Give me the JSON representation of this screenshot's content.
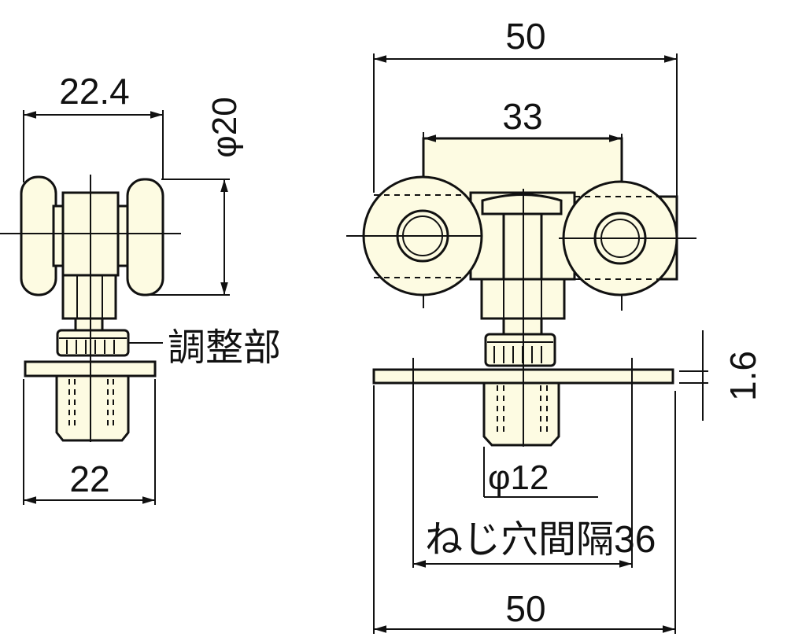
{
  "side_view": {
    "width_top": "22.4",
    "wheel_diameter": "φ20",
    "adjuster_label": "調整部",
    "width_bottom": "22"
  },
  "front_view": {
    "overall_width_top": "50",
    "housing_width": "33",
    "plate_thickness": "1.6",
    "stud_diameter": "φ12",
    "screw_hole_pitch": "ねじ穴間隔36",
    "plate_width": "50"
  },
  "colors": {
    "part_fill": "#fdfbe2",
    "line": "#111111"
  }
}
